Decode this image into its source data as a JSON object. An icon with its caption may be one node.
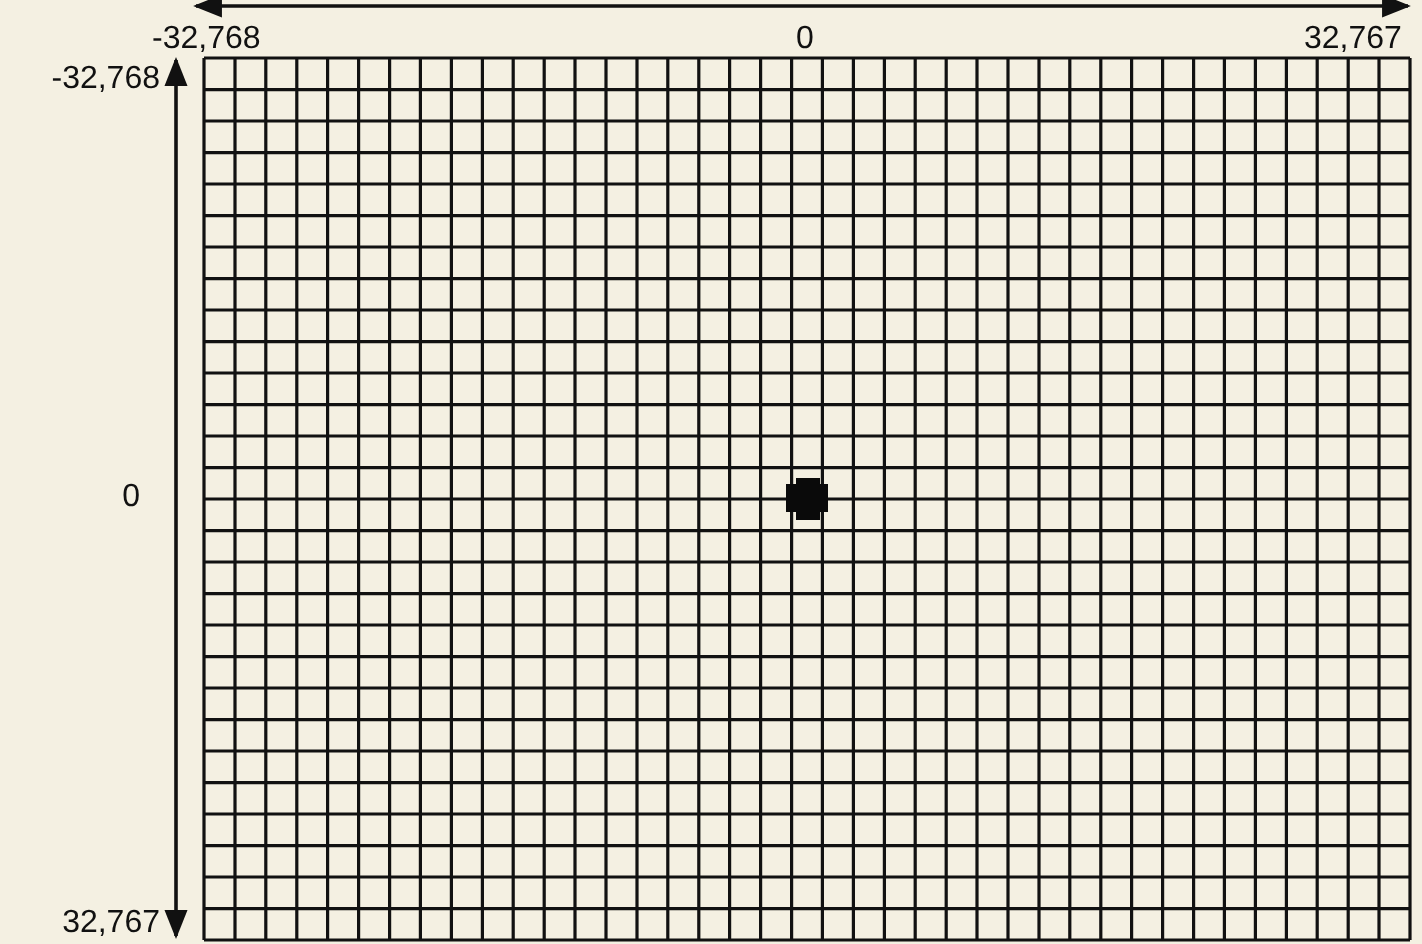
{
  "diagram": {
    "labels": [
      "-32,768",
      "0",
      "32,767",
      "-32,768",
      "0",
      "32,767"
    ]
  }
}
